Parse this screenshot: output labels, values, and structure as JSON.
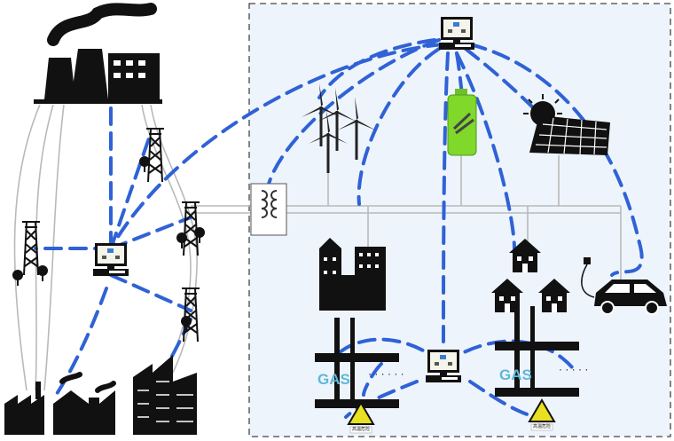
{
  "colors": {
    "communication_line": "#2f62d6",
    "microgrid_background": "#eef4fb",
    "power_line": "#b9b9b9",
    "battery": "#7fd82a",
    "warning_sign": "#e8e020"
  },
  "icons": [
    "power-plant-icon",
    "transmission-tower-icon",
    "computer-icon",
    "transformer-icon",
    "wind-turbine-icon",
    "battery-icon",
    "solar-panel-icon",
    "sun-icon",
    "building-icon",
    "house-icon",
    "electric-car-icon",
    "gas-station-icon",
    "warning-sign-icon",
    "factory-icon",
    "skyscraper-icon"
  ],
  "gas_labels": [
    "GAS",
    "GAS"
  ],
  "warning_labels": [
    "高温危险",
    "高温危险"
  ]
}
